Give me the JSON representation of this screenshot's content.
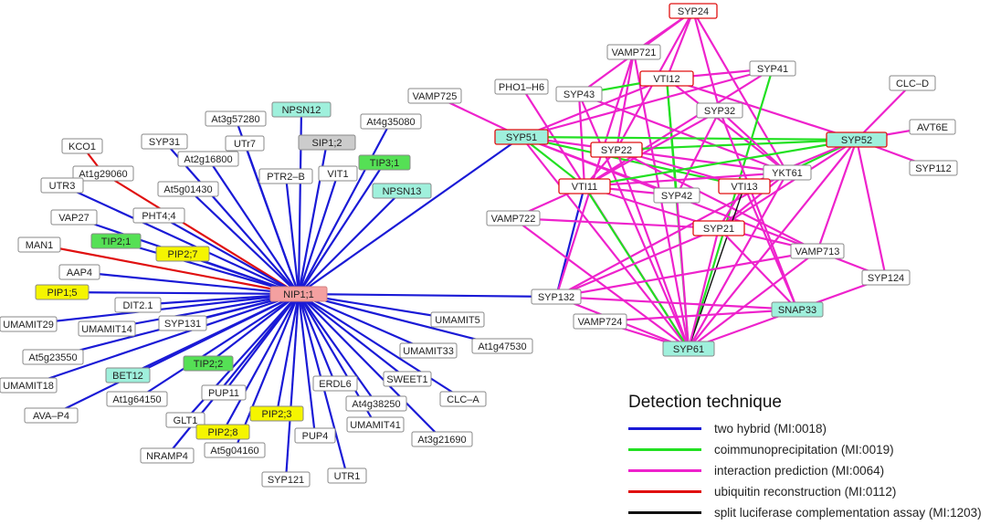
{
  "legend": {
    "title": "Detection technique",
    "items": [
      {
        "key": "two_hybrid",
        "label": "two hybrid (MI:0018)",
        "color": "#1a1ad6"
      },
      {
        "key": "coip",
        "label": "coimmunoprecipitation (MI:0019)",
        "color": "#22e022"
      },
      {
        "key": "prediction",
        "label": "interaction prediction (MI:0064)",
        "color": "#ee22cc"
      },
      {
        "key": "ubiquitin",
        "label": "ubiquitin reconstruction (MI:0112)",
        "color": "#e01010"
      },
      {
        "key": "luciferase",
        "label": "split luciferase complementation assay (MI:1203)",
        "color": "#111111"
      }
    ]
  },
  "node_styles": {
    "white": {
      "fill": "#ffffff",
      "stroke": "#888888"
    },
    "hub": {
      "fill": "#f4a0a0",
      "stroke": "#d08080"
    },
    "aqua": {
      "fill": "#9ff0dc",
      "stroke": "#888888"
    },
    "green": {
      "fill": "#55e055",
      "stroke": "#888888"
    },
    "yellow": {
      "fill": "#f5f500",
      "stroke": "#888888"
    },
    "gray": {
      "fill": "#cccccc",
      "stroke": "#888888"
    },
    "redbox": {
      "fill": "#ffffff",
      "stroke": "#e01010"
    },
    "aquared": {
      "fill": "#9ff0dc",
      "stroke": "#e01010"
    }
  },
  "nodes": [
    {
      "id": "NIP1;1",
      "style": "hub"
    },
    {
      "id": "KCO1",
      "style": "white"
    },
    {
      "id": "At1g29060",
      "style": "white"
    },
    {
      "id": "SYP31",
      "style": "white"
    },
    {
      "id": "At3g57280",
      "style": "white"
    },
    {
      "id": "NPSN12",
      "style": "aqua"
    },
    {
      "id": "At4g35080",
      "style": "white"
    },
    {
      "id": "UTr7",
      "style": "white"
    },
    {
      "id": "SIP1;2",
      "style": "gray"
    },
    {
      "id": "At2g16800",
      "style": "white"
    },
    {
      "id": "PTR2–B",
      "style": "white"
    },
    {
      "id": "VIT1",
      "style": "white"
    },
    {
      "id": "TIP3;1",
      "style": "green"
    },
    {
      "id": "UTR3",
      "style": "white"
    },
    {
      "id": "At5g01430",
      "style": "white"
    },
    {
      "id": "NPSN13",
      "style": "aqua"
    },
    {
      "id": "VAP27",
      "style": "white"
    },
    {
      "id": "PHT4;4",
      "style": "white"
    },
    {
      "id": "TIP2;1",
      "style": "green"
    },
    {
      "id": "MAN1",
      "style": "white"
    },
    {
      "id": "PIP2;7",
      "style": "yellow"
    },
    {
      "id": "AAP4",
      "style": "white"
    },
    {
      "id": "PIP1;5",
      "style": "yellow"
    },
    {
      "id": "DIT2.1",
      "style": "white"
    },
    {
      "id": "UMAMIT29",
      "style": "white"
    },
    {
      "id": "UMAMIT14",
      "style": "white"
    },
    {
      "id": "SYP131",
      "style": "white"
    },
    {
      "id": "At5g23550",
      "style": "white"
    },
    {
      "id": "UMAMIT18",
      "style": "white"
    },
    {
      "id": "BET12",
      "style": "aqua"
    },
    {
      "id": "TIP2;2",
      "style": "green"
    },
    {
      "id": "At1g64150",
      "style": "white"
    },
    {
      "id": "AVA–P4",
      "style": "white"
    },
    {
      "id": "PUP11",
      "style": "white"
    },
    {
      "id": "GLT1",
      "style": "white"
    },
    {
      "id": "PIP2;3",
      "style": "yellow"
    },
    {
      "id": "PIP2;8",
      "style": "yellow"
    },
    {
      "id": "At5g04160",
      "style": "white"
    },
    {
      "id": "NRAMP4",
      "style": "white"
    },
    {
      "id": "ERDL6",
      "style": "white"
    },
    {
      "id": "At4g38250",
      "style": "white"
    },
    {
      "id": "SWEET1",
      "style": "white"
    },
    {
      "id": "UMAMIT41",
      "style": "white"
    },
    {
      "id": "PUP4",
      "style": "white"
    },
    {
      "id": "SYP121",
      "style": "white"
    },
    {
      "id": "UTR1",
      "style": "white"
    },
    {
      "id": "UMAMIT5",
      "style": "white"
    },
    {
      "id": "UMAMIT33",
      "style": "white"
    },
    {
      "id": "At1g47530",
      "style": "white"
    },
    {
      "id": "CLC–A",
      "style": "white"
    },
    {
      "id": "At3g21690",
      "style": "white"
    },
    {
      "id": "SYP24",
      "style": "redbox"
    },
    {
      "id": "VAMP721",
      "style": "white"
    },
    {
      "id": "SYP41",
      "style": "white"
    },
    {
      "id": "VTI12",
      "style": "redbox"
    },
    {
      "id": "PHO1–H6",
      "style": "white"
    },
    {
      "id": "SYP43",
      "style": "white"
    },
    {
      "id": "VAMP725",
      "style": "white"
    },
    {
      "id": "CLC–D",
      "style": "white"
    },
    {
      "id": "SYP32",
      "style": "white"
    },
    {
      "id": "SYP51",
      "style": "aquared"
    },
    {
      "id": "SYP52",
      "style": "aquared"
    },
    {
      "id": "AVT6E",
      "style": "white"
    },
    {
      "id": "SYP22",
      "style": "redbox"
    },
    {
      "id": "YKT61",
      "style": "white"
    },
    {
      "id": "SYP112",
      "style": "white"
    },
    {
      "id": "VTI11",
      "style": "redbox"
    },
    {
      "id": "VTI13",
      "style": "redbox"
    },
    {
      "id": "SYP42",
      "style": "white"
    },
    {
      "id": "VAMP722",
      "style": "white"
    },
    {
      "id": "SYP21",
      "style": "redbox"
    },
    {
      "id": "VAMP713",
      "style": "white"
    },
    {
      "id": "SYP124",
      "style": "white"
    },
    {
      "id": "SYP132",
      "style": "white"
    },
    {
      "id": "SNAP33",
      "style": "aqua"
    },
    {
      "id": "VAMP724",
      "style": "white"
    },
    {
      "id": "SYP61",
      "style": "aqua"
    }
  ],
  "edges": [
    {
      "a": "NIP1;1",
      "b": "At1g29060",
      "t": "ubiquitin"
    },
    {
      "a": "At1g29060",
      "b": "KCO1",
      "t": "ubiquitin"
    },
    {
      "a": "NIP1;1",
      "b": "MAN1",
      "t": "ubiquitin"
    },
    {
      "a": "NIP1;1",
      "b": "SYP31",
      "t": "two_hybrid"
    },
    {
      "a": "NIP1;1",
      "b": "At3g57280",
      "t": "two_hybrid"
    },
    {
      "a": "NIP1;1",
      "b": "NPSN12",
      "t": "two_hybrid"
    },
    {
      "a": "NIP1;1",
      "b": "At4g35080",
      "t": "two_hybrid"
    },
    {
      "a": "NIP1;1",
      "b": "UTr7",
      "t": "two_hybrid"
    },
    {
      "a": "NIP1;1",
      "b": "SIP1;2",
      "t": "two_hybrid"
    },
    {
      "a": "NIP1;1",
      "b": "At2g16800",
      "t": "two_hybrid"
    },
    {
      "a": "NIP1;1",
      "b": "PTR2–B",
      "t": "two_hybrid"
    },
    {
      "a": "NIP1;1",
      "b": "VIT1",
      "t": "two_hybrid"
    },
    {
      "a": "NIP1;1",
      "b": "TIP3;1",
      "t": "two_hybrid"
    },
    {
      "a": "NIP1;1",
      "b": "UTR3",
      "t": "two_hybrid"
    },
    {
      "a": "NIP1;1",
      "b": "At5g01430",
      "t": "two_hybrid"
    },
    {
      "a": "NIP1;1",
      "b": "NPSN13",
      "t": "two_hybrid"
    },
    {
      "a": "NIP1;1",
      "b": "VAP27",
      "t": "two_hybrid"
    },
    {
      "a": "NIP1;1",
      "b": "PHT4;4",
      "t": "two_hybrid"
    },
    {
      "a": "NIP1;1",
      "b": "TIP2;1",
      "t": "two_hybrid"
    },
    {
      "a": "NIP1;1",
      "b": "PIP2;7",
      "t": "two_hybrid"
    },
    {
      "a": "NIP1;1",
      "b": "AAP4",
      "t": "two_hybrid"
    },
    {
      "a": "NIP1;1",
      "b": "PIP1;5",
      "t": "two_hybrid"
    },
    {
      "a": "NIP1;1",
      "b": "DIT2.1",
      "t": "two_hybrid"
    },
    {
      "a": "NIP1;1",
      "b": "UMAMIT29",
      "t": "two_hybrid"
    },
    {
      "a": "NIP1;1",
      "b": "UMAMIT14",
      "t": "two_hybrid"
    },
    {
      "a": "NIP1;1",
      "b": "SYP131",
      "t": "two_hybrid"
    },
    {
      "a": "NIP1;1",
      "b": "At5g23550",
      "t": "two_hybrid"
    },
    {
      "a": "NIP1;1",
      "b": "UMAMIT18",
      "t": "two_hybrid"
    },
    {
      "a": "NIP1;1",
      "b": "BET12",
      "t": "two_hybrid"
    },
    {
      "a": "NIP1;1",
      "b": "TIP2;2",
      "t": "two_hybrid"
    },
    {
      "a": "NIP1;1",
      "b": "At1g64150",
      "t": "two_hybrid"
    },
    {
      "a": "NIP1;1",
      "b": "AVA–P4",
      "t": "two_hybrid"
    },
    {
      "a": "NIP1;1",
      "b": "PUP11",
      "t": "two_hybrid"
    },
    {
      "a": "NIP1;1",
      "b": "GLT1",
      "t": "two_hybrid"
    },
    {
      "a": "NIP1;1",
      "b": "PIP2;3",
      "t": "two_hybrid"
    },
    {
      "a": "NIP1;1",
      "b": "PIP2;8",
      "t": "two_hybrid"
    },
    {
      "a": "NIP1;1",
      "b": "At5g04160",
      "t": "two_hybrid"
    },
    {
      "a": "NIP1;1",
      "b": "NRAMP4",
      "t": "two_hybrid"
    },
    {
      "a": "NIP1;1",
      "b": "ERDL6",
      "t": "two_hybrid"
    },
    {
      "a": "NIP1;1",
      "b": "At4g38250",
      "t": "two_hybrid"
    },
    {
      "a": "NIP1;1",
      "b": "SWEET1",
      "t": "two_hybrid"
    },
    {
      "a": "NIP1;1",
      "b": "UMAMIT41",
      "t": "two_hybrid"
    },
    {
      "a": "NIP1;1",
      "b": "PUP4",
      "t": "two_hybrid"
    },
    {
      "a": "NIP1;1",
      "b": "SYP121",
      "t": "two_hybrid"
    },
    {
      "a": "NIP1;1",
      "b": "UTR1",
      "t": "two_hybrid"
    },
    {
      "a": "NIP1;1",
      "b": "UMAMIT5",
      "t": "two_hybrid"
    },
    {
      "a": "NIP1;1",
      "b": "UMAMIT33",
      "t": "two_hybrid"
    },
    {
      "a": "NIP1;1",
      "b": "At1g47530",
      "t": "two_hybrid"
    },
    {
      "a": "NIP1;1",
      "b": "CLC–A",
      "t": "two_hybrid"
    },
    {
      "a": "NIP1;1",
      "b": "At3g21690",
      "t": "two_hybrid"
    },
    {
      "a": "NIP1;1",
      "b": "SYP51",
      "t": "two_hybrid"
    },
    {
      "a": "NIP1;1",
      "b": "SYP132",
      "t": "two_hybrid"
    },
    {
      "a": "SYP132",
      "b": "VTI11",
      "t": "two_hybrid"
    },
    {
      "a": "VAMP725",
      "b": "SYP51",
      "t": "prediction"
    },
    {
      "a": "SYP24",
      "b": "SYP43",
      "t": "prediction"
    },
    {
      "a": "SYP24",
      "b": "VAMP721",
      "t": "prediction"
    },
    {
      "a": "SYP24",
      "b": "VTI12",
      "t": "prediction"
    },
    {
      "a": "SYP24",
      "b": "SYP32",
      "t": "prediction"
    },
    {
      "a": "SYP24",
      "b": "YKT61",
      "t": "prediction"
    },
    {
      "a": "SYP24",
      "b": "SYP22",
      "t": "prediction"
    },
    {
      "a": "VAMP721",
      "b": "SYP22",
      "t": "prediction"
    },
    {
      "a": "VAMP721",
      "b": "SYP132",
      "t": "prediction"
    },
    {
      "a": "VAMP721",
      "b": "SYP61",
      "t": "prediction"
    },
    {
      "a": "VTI12",
      "b": "SYP41",
      "t": "prediction"
    },
    {
      "a": "VTI12",
      "b": "SYP43",
      "t": "coip"
    },
    {
      "a": "VTI12",
      "b": "SYP51",
      "t": "prediction"
    },
    {
      "a": "VTI12",
      "b": "SYP61",
      "t": "coip"
    },
    {
      "a": "VTI12",
      "b": "SYP42",
      "t": "coip"
    },
    {
      "a": "VTI12",
      "b": "YKT61",
      "t": "prediction"
    },
    {
      "a": "VTI12",
      "b": "SYP52",
      "t": "prediction"
    },
    {
      "a": "SYP41",
      "b": "SYP61",
      "t": "coip"
    },
    {
      "a": "SYP41",
      "b": "VTI11",
      "t": "prediction"
    },
    {
      "a": "SYP41",
      "b": "SYP51",
      "t": "prediction"
    },
    {
      "a": "PHO1–H6",
      "b": "SYP61",
      "t": "prediction"
    },
    {
      "a": "SYP43",
      "b": "VTI11",
      "t": "prediction"
    },
    {
      "a": "SYP43",
      "b": "YKT61",
      "t": "prediction"
    },
    {
      "a": "SYP43",
      "b": "SYP61",
      "t": "prediction"
    },
    {
      "a": "SYP51",
      "b": "SYP22",
      "t": "prediction"
    },
    {
      "a": "SYP51",
      "b": "VTI11",
      "t": "coip"
    },
    {
      "a": "SYP51",
      "b": "VTI13",
      "t": "coip"
    },
    {
      "a": "SYP51",
      "b": "SYP52",
      "t": "coip"
    },
    {
      "a": "SYP51",
      "b": "SYP61",
      "t": "prediction"
    },
    {
      "a": "SYP51",
      "b": "SYP42",
      "t": "prediction"
    },
    {
      "a": "SYP51",
      "b": "SYP124",
      "t": "prediction"
    },
    {
      "a": "SYP22",
      "b": "VTI11",
      "t": "prediction"
    },
    {
      "a": "SYP22",
      "b": "VTI13",
      "t": "prediction"
    },
    {
      "a": "SYP22",
      "b": "YKT61",
      "t": "prediction"
    },
    {
      "a": "SYP22",
      "b": "SYP52",
      "t": "coip"
    },
    {
      "a": "SYP22",
      "b": "SYP61",
      "t": "prediction"
    },
    {
      "a": "SYP22",
      "b": "VAMP713",
      "t": "prediction"
    },
    {
      "a": "SYP32",
      "b": "VTI11",
      "t": "prediction"
    },
    {
      "a": "SYP32",
      "b": "SYP42",
      "t": "prediction"
    },
    {
      "a": "SYP32",
      "b": "SNAP33",
      "t": "prediction"
    },
    {
      "a": "SYP32",
      "b": "YKT61",
      "t": "prediction"
    },
    {
      "a": "SYP52",
      "b": "YKT61",
      "t": "coip"
    },
    {
      "a": "SYP52",
      "b": "VTI11",
      "t": "coip"
    },
    {
      "a": "SYP52",
      "b": "VTI13",
      "t": "prediction"
    },
    {
      "a": "SYP52",
      "b": "CLC–D",
      "t": "prediction"
    },
    {
      "a": "SYP52",
      "b": "AVT6E",
      "t": "prediction"
    },
    {
      "a": "SYP52",
      "b": "SYP112",
      "t": "prediction"
    },
    {
      "a": "SYP52",
      "b": "SYP21",
      "t": "prediction"
    },
    {
      "a": "SYP52",
      "b": "SYP61",
      "t": "prediction"
    },
    {
      "a": "SYP52",
      "b": "SYP124",
      "t": "prediction"
    },
    {
      "a": "SYP52",
      "b": "VAMP713",
      "t": "prediction"
    },
    {
      "a": "YKT61",
      "b": "VTI11",
      "t": "prediction"
    },
    {
      "a": "YKT61",
      "b": "VTI13",
      "t": "prediction"
    },
    {
      "a": "YKT61",
      "b": "SYP21",
      "t": "prediction"
    },
    {
      "a": "YKT61",
      "b": "SYP61",
      "t": "prediction"
    },
    {
      "a": "YKT61",
      "b": "SYP132",
      "t": "prediction"
    },
    {
      "a": "VTI11",
      "b": "SYP42",
      "t": "prediction"
    },
    {
      "a": "VTI11",
      "b": "SYP21",
      "t": "prediction"
    },
    {
      "a": "VTI11",
      "b": "SYP61",
      "t": "coip"
    },
    {
      "a": "VTI11",
      "b": "VAMP722",
      "t": "prediction"
    },
    {
      "a": "VTI13",
      "b": "SYP21",
      "t": "prediction"
    },
    {
      "a": "VTI13",
      "b": "SYP61",
      "t": "luciferase"
    },
    {
      "a": "VTI13",
      "b": "SNAP33",
      "t": "prediction"
    },
    {
      "a": "VAMP722",
      "b": "SYP61",
      "t": "prediction"
    },
    {
      "a": "VAMP722",
      "b": "SYP21",
      "t": "prediction"
    },
    {
      "a": "SYP21",
      "b": "SYP61",
      "t": "prediction"
    },
    {
      "a": "SYP21",
      "b": "SNAP33",
      "t": "prediction"
    },
    {
      "a": "SYP21",
      "b": "SYP132",
      "t": "prediction"
    },
    {
      "a": "SYP21",
      "b": "VAMP713",
      "t": "prediction"
    },
    {
      "a": "VAMP713",
      "b": "SYP132",
      "t": "prediction"
    },
    {
      "a": "VAMP713",
      "b": "SYP61",
      "t": "prediction"
    },
    {
      "a": "SYP124",
      "b": "SNAP33",
      "t": "prediction"
    },
    {
      "a": "SYP132",
      "b": "SNAP33",
      "t": "prediction"
    },
    {
      "a": "SYP132",
      "b": "SYP61",
      "t": "prediction"
    },
    {
      "a": "SNAP33",
      "b": "VAMP724",
      "t": "prediction"
    },
    {
      "a": "SNAP33",
      "b": "SYP61",
      "t": "prediction"
    },
    {
      "a": "VAMP724",
      "b": "SYP61",
      "t": "prediction"
    },
    {
      "a": "SYP42",
      "b": "SYP61",
      "t": "prediction"
    }
  ]
}
